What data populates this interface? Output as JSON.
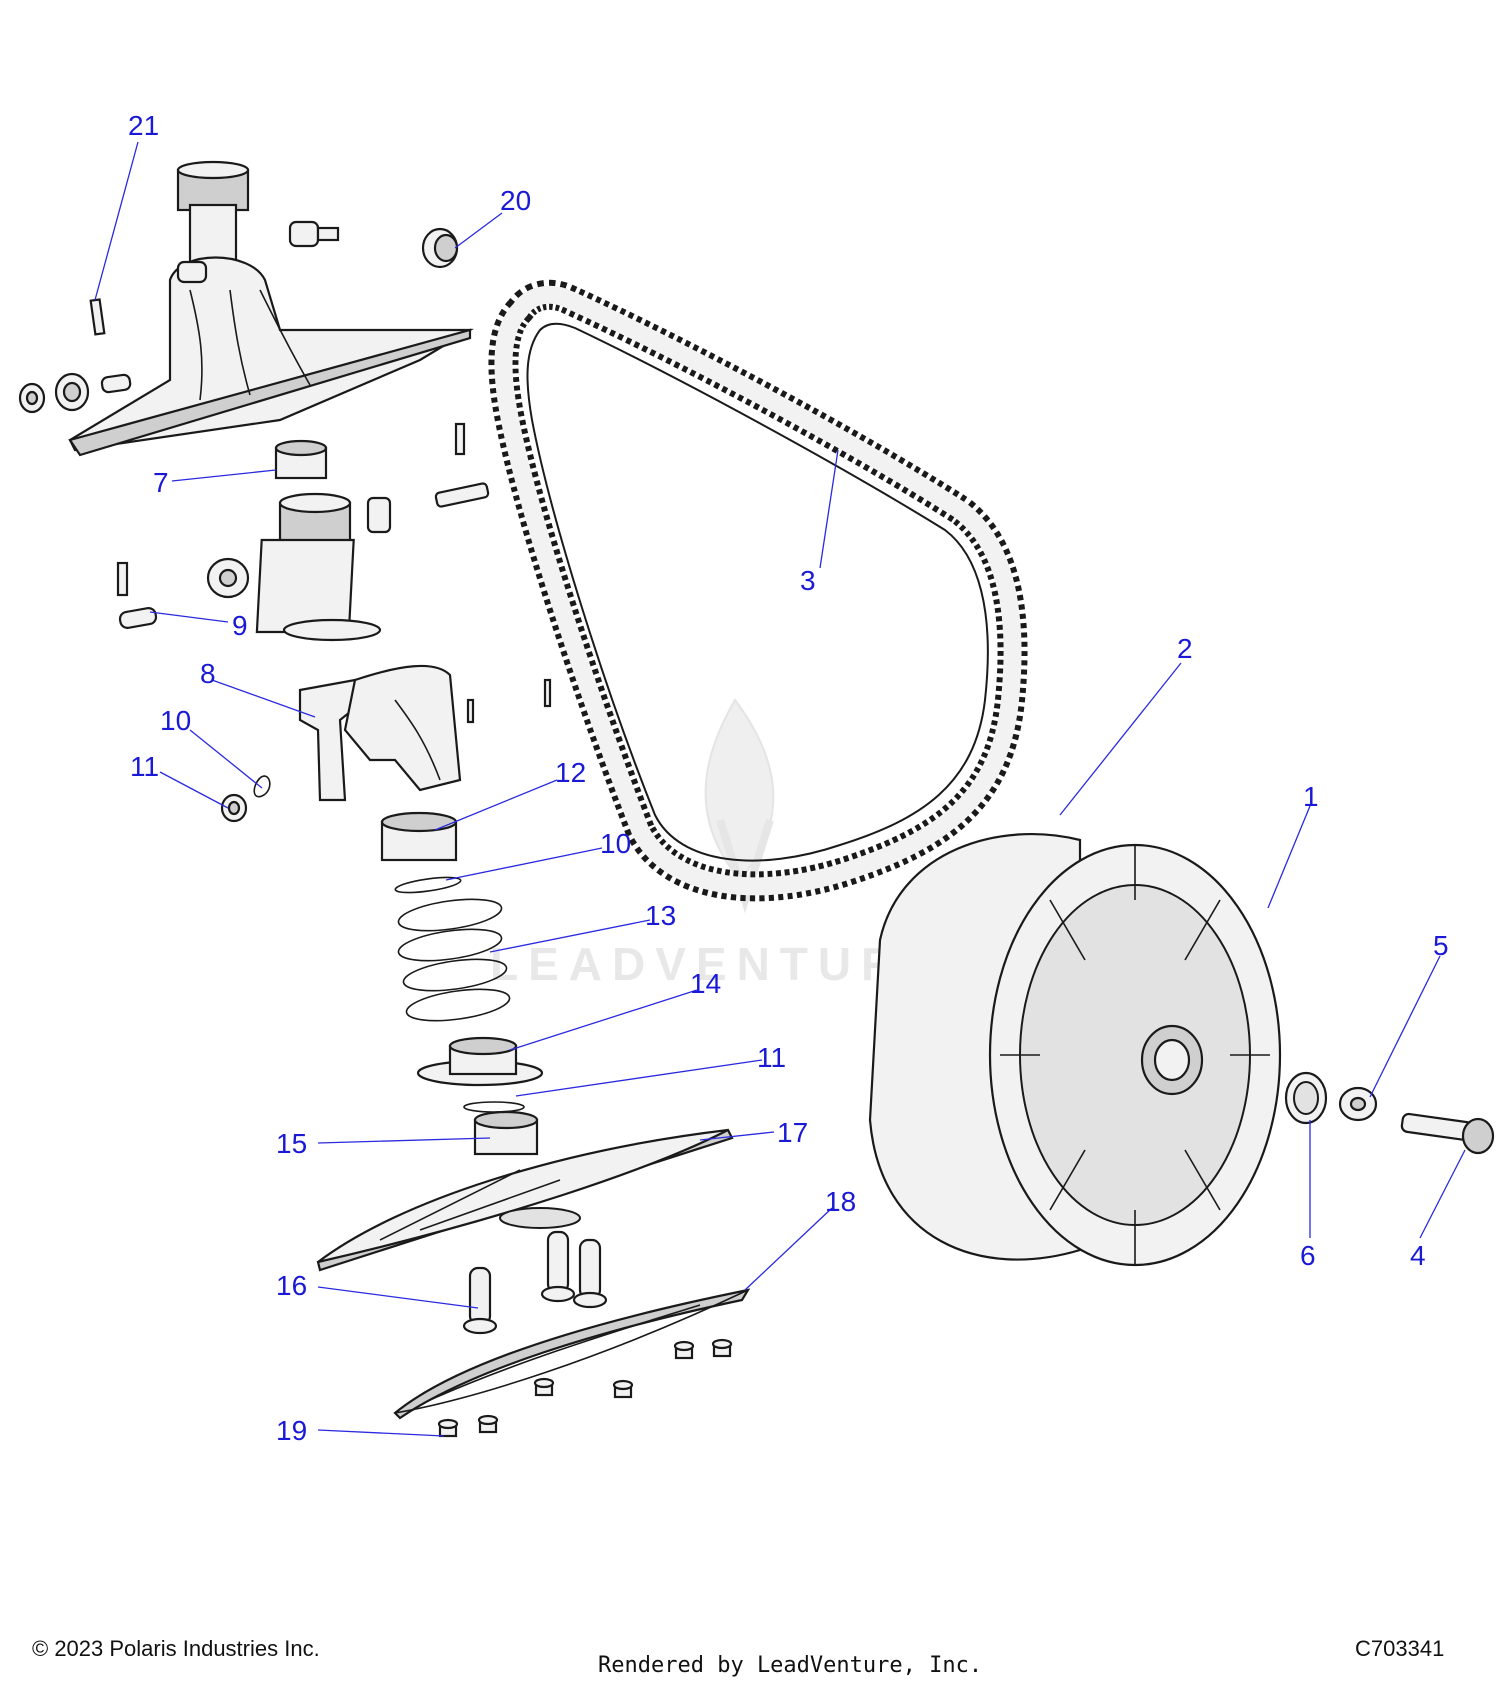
{
  "callouts": [
    {
      "id": "c21",
      "label": "21"
    },
    {
      "id": "c20",
      "label": "20"
    },
    {
      "id": "c7",
      "label": "7"
    },
    {
      "id": "c3",
      "label": "3"
    },
    {
      "id": "c9",
      "label": "9"
    },
    {
      "id": "c8",
      "label": "8"
    },
    {
      "id": "c2",
      "label": "2"
    },
    {
      "id": "c10a",
      "label": "10"
    },
    {
      "id": "c11a",
      "label": "11"
    },
    {
      "id": "c12",
      "label": "12"
    },
    {
      "id": "c1",
      "label": "1"
    },
    {
      "id": "c10b",
      "label": "10"
    },
    {
      "id": "c13",
      "label": "13"
    },
    {
      "id": "c5",
      "label": "5"
    },
    {
      "id": "c14",
      "label": "14"
    },
    {
      "id": "c11b",
      "label": "11"
    },
    {
      "id": "c15",
      "label": "15"
    },
    {
      "id": "c17",
      "label": "17"
    },
    {
      "id": "c18",
      "label": "18"
    },
    {
      "id": "c6",
      "label": "6"
    },
    {
      "id": "c4",
      "label": "4"
    },
    {
      "id": "c16",
      "label": "16"
    },
    {
      "id": "c19",
      "label": "19"
    }
  ],
  "watermark": {
    "text": "LEADVENTURE"
  },
  "footer": {
    "copyright": "© 2023 Polaris Industries Inc.",
    "rendered_by": "Rendered by LeadVenture, Inc.",
    "drawing_id": "C703341"
  },
  "colors": {
    "callout": "#1a1ad6",
    "outline": "#1a1a1a",
    "part_fill": "#f2f2f2"
  }
}
